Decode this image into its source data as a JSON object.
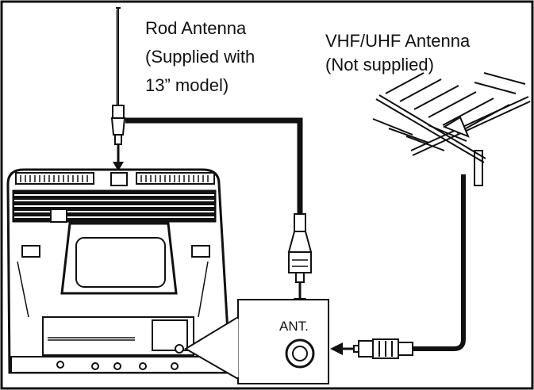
{
  "labels": {
    "rod_antenna": [
      "Rod Antenna",
      "(Supplied with",
      "13” model)"
    ],
    "vhf_uhf_antenna": [
      "VHF/UHF Antenna",
      "(Not supplied)"
    ],
    "ant_terminal": "ANT."
  },
  "colors": {
    "line": "#111111",
    "background": "#ffffff"
  }
}
